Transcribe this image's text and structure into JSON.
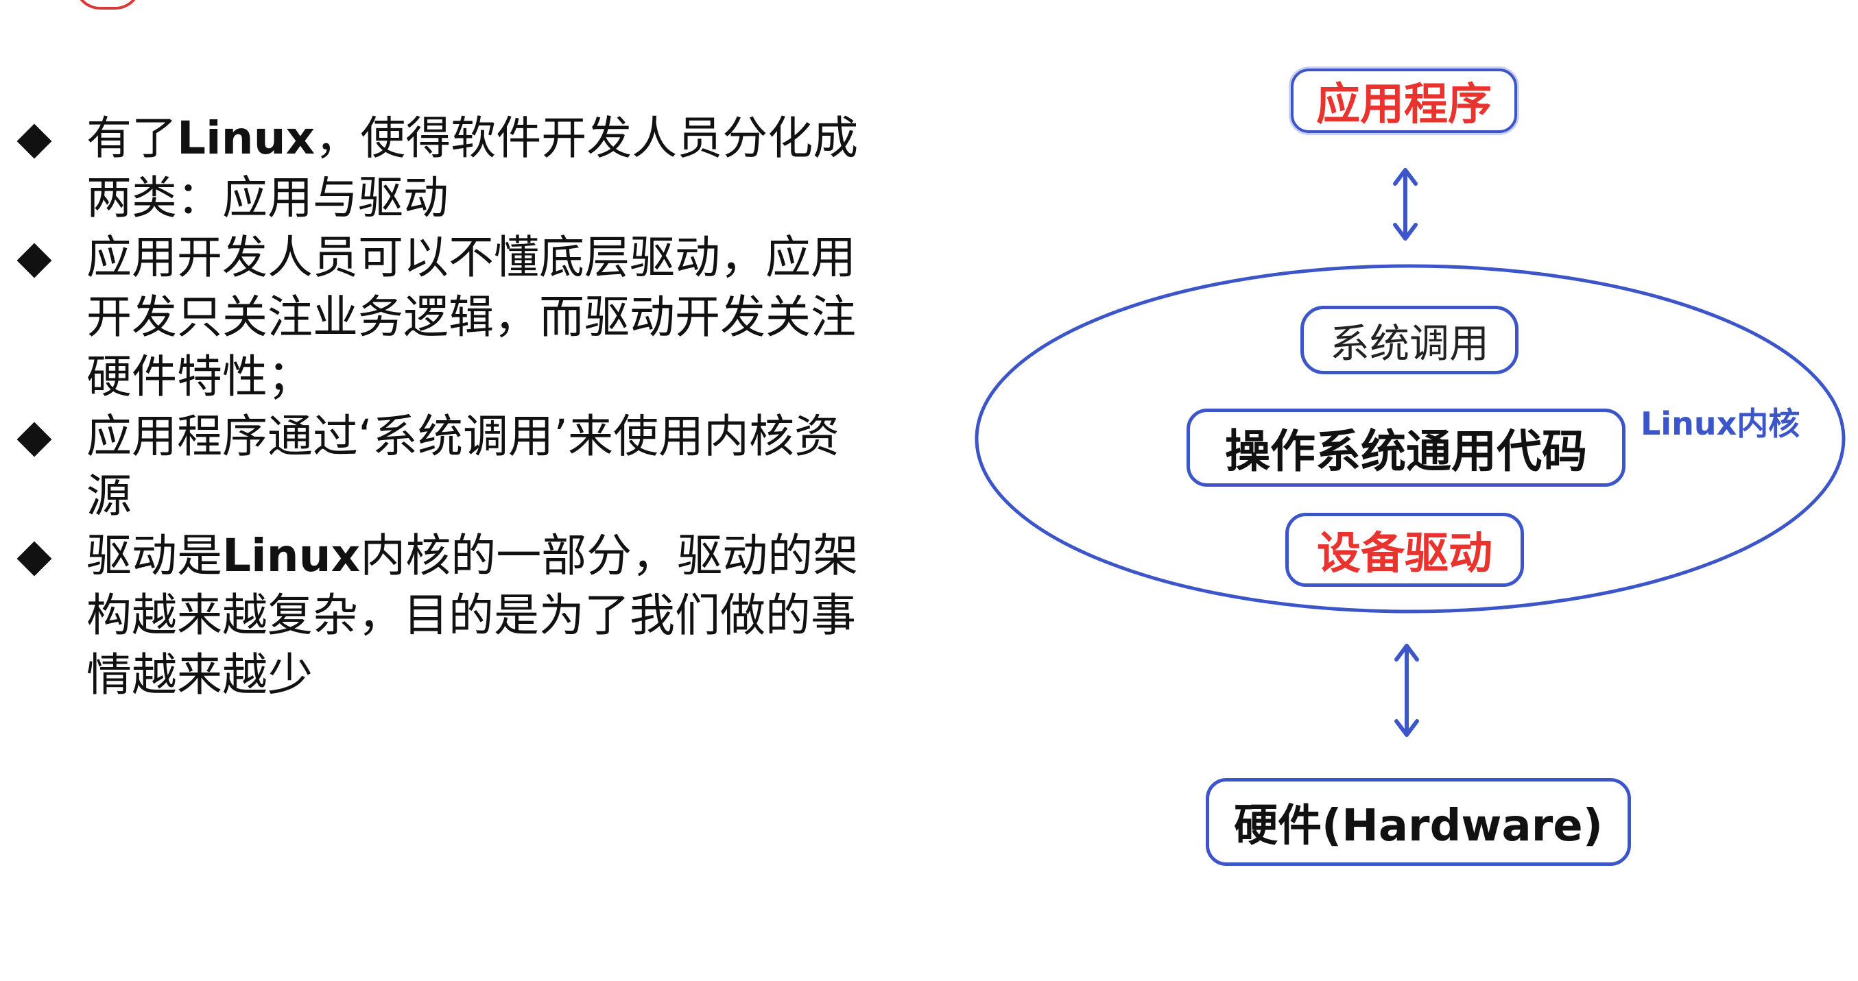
{
  "bullets": [
    {
      "lines": [
        [
          {
            "t": "有了"
          },
          {
            "t": "Linux",
            "latin": true
          },
          {
            "t": "，使得软件开发人员分化成"
          }
        ],
        [
          {
            "t": "两类：应用与驱动"
          }
        ]
      ]
    },
    {
      "lines": [
        [
          {
            "t": "应用开发人员可以不懂底层驱动，应用"
          }
        ],
        [
          {
            "t": "开发只关注业务逻辑，而驱动开发关注"
          }
        ],
        [
          {
            "t": "硬件特性；"
          }
        ]
      ]
    },
    {
      "lines": [
        [
          {
            "t": "应用程序通过‘系统调用’来使用内核资"
          }
        ],
        [
          {
            "t": "源"
          }
        ]
      ]
    },
    {
      "lines": [
        [
          {
            "t": "驱动是"
          },
          {
            "t": "Linux",
            "latin": true
          },
          {
            "t": "内核的一部分，驱动的架"
          }
        ],
        [
          {
            "t": "构越来越复杂，目的是为了我们做的事"
          }
        ],
        [
          {
            "t": "情越来越少"
          }
        ]
      ]
    }
  ],
  "diagram": {
    "application": "应用程序",
    "system_call": "系统调用",
    "os_common_code": "操作系统通用代码",
    "device_driver": "设备驱动",
    "hardware": "硬件(Hardware)",
    "kernel_label": "Linux内核",
    "colors": {
      "outline": "#3c55c8",
      "highlight_text": "#e8332e",
      "text": "#111111"
    }
  }
}
